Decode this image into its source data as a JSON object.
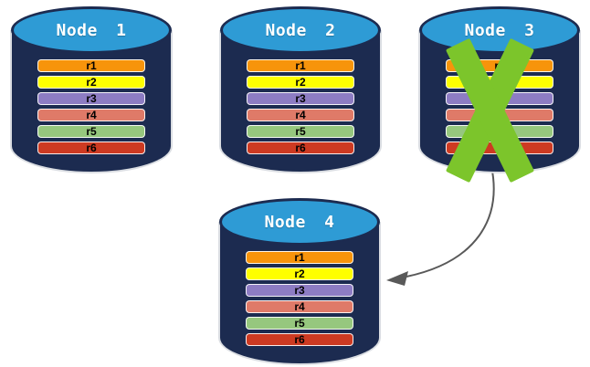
{
  "palette": {
    "background": "#FFFFFF",
    "cylinder_body": "#1C2B50",
    "cylinder_top": "#2E9BD5",
    "cylinder_outline": "#DADDE2",
    "title_text": "#FFFFFF",
    "row_text": "#000000"
  },
  "nodes": [
    {
      "id": "node-1",
      "label": "Node 1",
      "failed": false,
      "rows": [
        {
          "label": "r1",
          "color": "#F7940B"
        },
        {
          "label": "r2",
          "color": "#FEFF00"
        },
        {
          "label": "r3",
          "color": "#8D7CC3"
        },
        {
          "label": "r4",
          "color": "#DF7A68"
        },
        {
          "label": "r5",
          "color": "#96C77E"
        },
        {
          "label": "r6",
          "color": "#CD3A22"
        }
      ]
    },
    {
      "id": "node-2",
      "label": "Node 2",
      "failed": false,
      "rows": [
        {
          "label": "r1",
          "color": "#F7940B"
        },
        {
          "label": "r2",
          "color": "#FEFF00"
        },
        {
          "label": "r3",
          "color": "#8D7CC3"
        },
        {
          "label": "r4",
          "color": "#DF7A68"
        },
        {
          "label": "r5",
          "color": "#96C77E"
        },
        {
          "label": "r6",
          "color": "#CD3A22"
        }
      ]
    },
    {
      "id": "node-3",
      "label": "Node 3",
      "failed": true,
      "rows": [
        {
          "label": "r1",
          "color": "#F7940B"
        },
        {
          "label": "r2",
          "color": "#FEFF00"
        },
        {
          "label": "r3",
          "color": "#8D7CC3"
        },
        {
          "label": "r4",
          "color": "#DF7A68"
        },
        {
          "label": "r5",
          "color": "#96C77E"
        },
        {
          "label": "r6",
          "color": "#CD3A22"
        }
      ]
    },
    {
      "id": "node-4",
      "label": "Node 4",
      "failed": false,
      "rows": [
        {
          "label": "r1",
          "color": "#F7940B"
        },
        {
          "label": "r2",
          "color": "#FEFF00"
        },
        {
          "label": "r3",
          "color": "#8D7CC3"
        },
        {
          "label": "r4",
          "color": "#DF7A68"
        },
        {
          "label": "r5",
          "color": "#96C77E"
        },
        {
          "label": "r6",
          "color": "#CD3A22"
        }
      ]
    }
  ],
  "annotations": {
    "failure_cross": {
      "on_node": "Node 3",
      "color": "#7CC52B"
    },
    "transfer_arrow": {
      "from": "Node 3",
      "to": "Node 4",
      "color": "#595959"
    }
  }
}
